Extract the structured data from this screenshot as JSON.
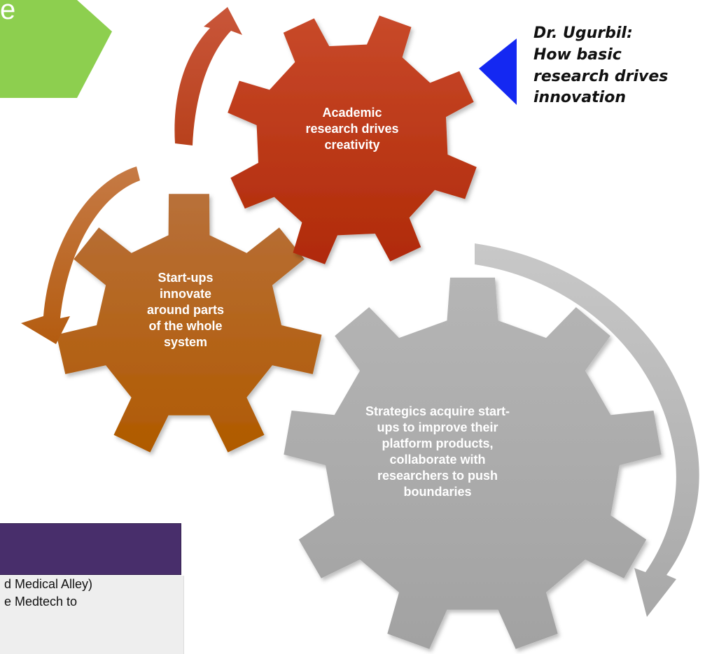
{
  "colors": {
    "academic_gear": "#b83218",
    "startups_gear": "#b85e18",
    "strategics_gear": "#a6a6a6",
    "green_tab": "#8dcf4f",
    "pointer": "#1428f2",
    "purple_box": "#482e6b",
    "gray_box": "#eeeeee"
  },
  "green_tab": {
    "text": "e"
  },
  "quote": {
    "lines": [
      "Dr. Ugurbil:",
      "How basic",
      "research drives",
      "innovation"
    ]
  },
  "gears": {
    "academic": {
      "lines": [
        "Academic",
        "research drives",
        "creativity"
      ]
    },
    "startups": {
      "lines": [
        "Start-ups",
        "innovate",
        "around parts",
        "of the whole",
        "system"
      ]
    },
    "strategics": {
      "lines": [
        "Strategics acquire start-",
        "ups to improve their",
        "platform products,",
        "collaborate with",
        "researchers to push",
        "boundaries"
      ]
    }
  },
  "purple_box": {
    "text": ""
  },
  "gray_box": {
    "lines": [
      "d Medical Alley)",
      "e Medtech to"
    ]
  }
}
